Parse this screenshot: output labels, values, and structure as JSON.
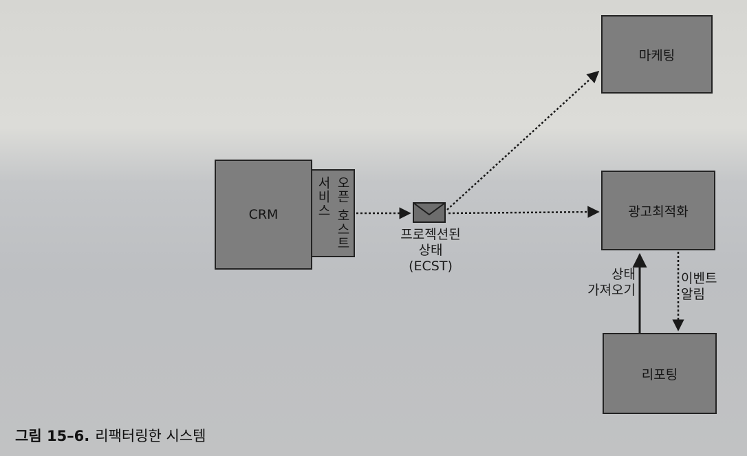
{
  "nodes": {
    "crm": "CRM",
    "open_host_service": "오픈 호스트\n서비스",
    "marketing": "마케팅",
    "ad_optimization": "광고최적화",
    "reporting": "리포팅"
  },
  "edge_labels": {
    "ecst": "프로젝션된\n상태\n(ECST)",
    "fetch_state": "상태\n가져오기",
    "event_notification": "이벤트\n알림"
  },
  "caption": {
    "figure_number": "그림 15–6.",
    "title": "리팩터링한 시스템"
  },
  "colors": {
    "box_fill": "#7e7e7e",
    "box_border": "#232323",
    "arrow": "#1a1a1a"
  },
  "icons": {
    "ecst_envelope": "envelope-icon"
  }
}
